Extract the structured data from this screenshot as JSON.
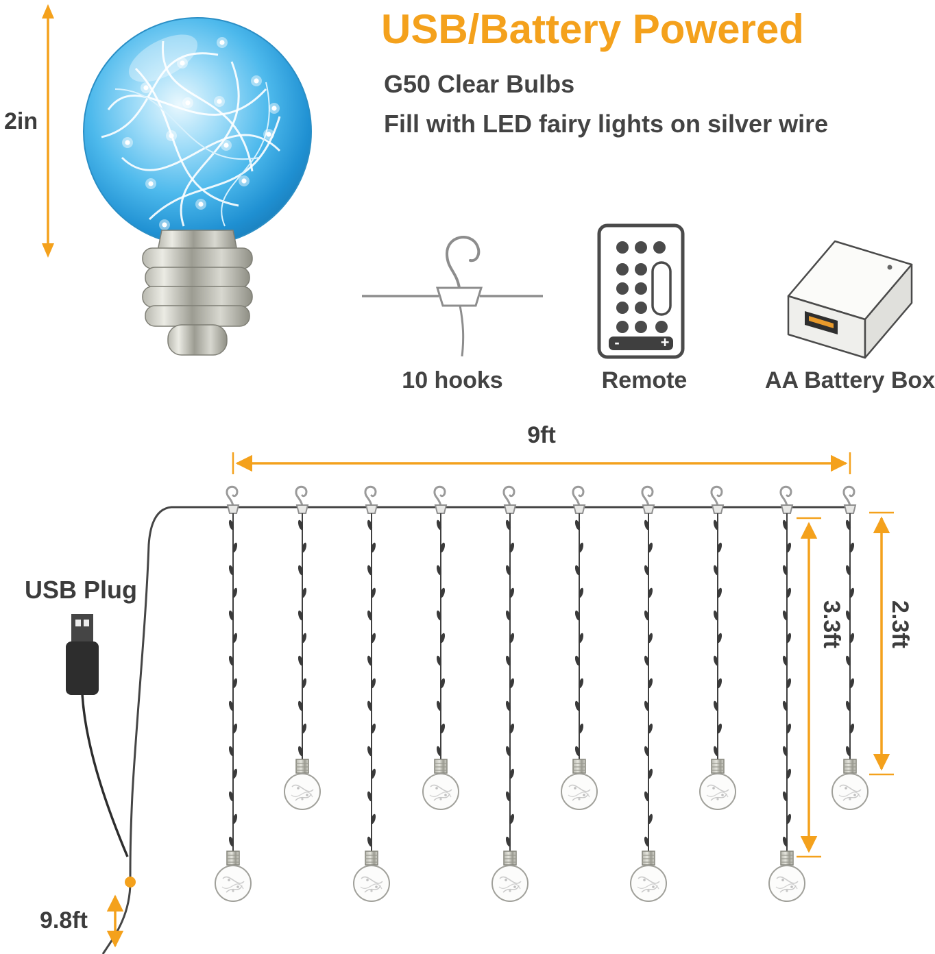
{
  "palette": {
    "accent_orange": "#F4A11C",
    "text_dark": "#3b3b3b",
    "bulb_blue": "#2D9FDC"
  },
  "header": {
    "title": "USB/Battery Powered",
    "subtitle_line1": "G50 Clear Bulbs",
    "subtitle_line2": "Fill with LED fairy lights on silver wire"
  },
  "bulb": {
    "height_label": "2in"
  },
  "accessories": [
    {
      "name": "hooks",
      "label": "10 hooks"
    },
    {
      "name": "remote",
      "label": "Remote"
    },
    {
      "name": "battery-box",
      "label": "AA Battery Box"
    }
  ],
  "remote_buttons": {
    "minus": "-",
    "plus": "+"
  },
  "diagram": {
    "width_label": "9ft",
    "usb_plug_label": "USB Plug",
    "long_drop_label": "3.3ft",
    "short_drop_label": "2.3ft",
    "lead_length_label": "9.8ft",
    "hook_count": 10,
    "bulb_count": 10
  }
}
